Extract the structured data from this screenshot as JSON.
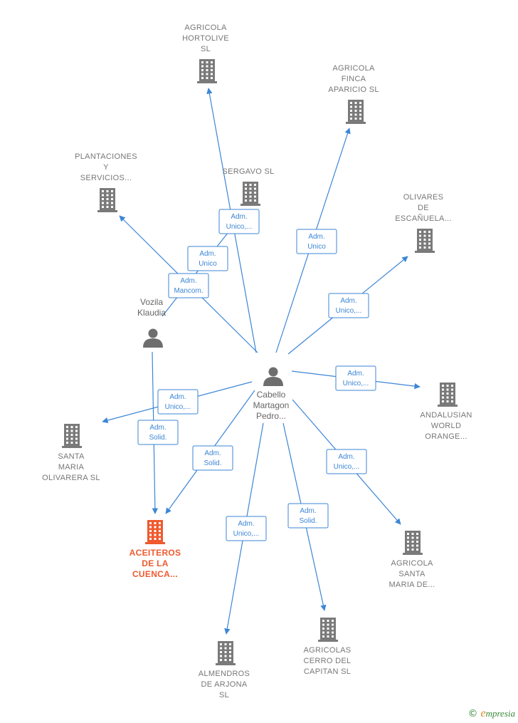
{
  "colors": {
    "edge": "#3c86d6",
    "company": "#7a7a7a",
    "focus_company": "#ef5a2f",
    "person": "#6e6e6e"
  },
  "people": [
    {
      "id": "cabello",
      "lines": [
        "Cabello",
        "Martagon",
        "Pedro..."
      ],
      "icon": "person-icon"
    },
    {
      "id": "vozila",
      "lines": [
        "Vozila",
        "Klaudia"
      ],
      "icon": "person-icon"
    }
  ],
  "companies": [
    {
      "id": "hortolive",
      "lines": [
        "AGRICOLA",
        "HORTOLIVE",
        "SL"
      ],
      "icon": "building-icon"
    },
    {
      "id": "finca",
      "lines": [
        "AGRICOLA",
        "FINCA",
        "APARICIO  SL"
      ],
      "icon": "building-icon"
    },
    {
      "id": "plantaciones",
      "lines": [
        "PLANTACIONES",
        "Y",
        "SERVICIOS..."
      ],
      "icon": "building-icon"
    },
    {
      "id": "sergavo",
      "lines": [
        "SERGAVO  SL"
      ],
      "icon": "building-icon"
    },
    {
      "id": "olivares",
      "lines": [
        "OLIVARES",
        "DE",
        "ESCAÑUELA..."
      ],
      "icon": "building-icon"
    },
    {
      "id": "andalusian",
      "lines": [
        "ANDALUSIAN",
        "WORLD",
        "ORANGE..."
      ],
      "icon": "building-icon"
    },
    {
      "id": "santamaria_olivarera",
      "lines": [
        "SANTA",
        "MARIA",
        "OLIVARERA  SL"
      ],
      "icon": "building-icon"
    },
    {
      "id": "aceiteros",
      "lines": [
        "ACEITEROS",
        "DE LA",
        "CUENCA..."
      ],
      "icon": "building-icon",
      "focus": true
    },
    {
      "id": "agricola_santa",
      "lines": [
        "AGRICOLA",
        "SANTA",
        "MARIA DE..."
      ],
      "icon": "building-icon"
    },
    {
      "id": "almendros",
      "lines": [
        "ALMENDROS",
        "DE ARJONA",
        "SL"
      ],
      "icon": "building-icon"
    },
    {
      "id": "cerro",
      "lines": [
        "AGRICOLAS",
        "CERRO DEL",
        "CAPITAN  SL"
      ],
      "icon": "building-icon"
    }
  ],
  "edges": [
    {
      "from": "cabello",
      "to": "hortolive",
      "lines": [
        "Adm.",
        "Unico,..."
      ]
    },
    {
      "from": "cabello",
      "to": "finca",
      "lines": [
        "Adm.",
        "Unico"
      ]
    },
    {
      "from": "cabello",
      "to": "olivares",
      "lines": [
        "Adm.",
        "Unico,..."
      ]
    },
    {
      "from": "cabello",
      "to": "andalusian",
      "lines": [
        "Adm.",
        "Unico,..."
      ]
    },
    {
      "from": "cabello",
      "to": "santamaria_olivarera",
      "lines": [
        "Adm.",
        "Unico,..."
      ]
    },
    {
      "from": "cabello",
      "to": "aceiteros",
      "lines": [
        "Adm.",
        "Solid."
      ]
    },
    {
      "from": "cabello",
      "to": "almendros",
      "lines": [
        "Adm.",
        "Unico,..."
      ]
    },
    {
      "from": "cabello",
      "to": "cerro",
      "lines": [
        "Adm.",
        "Solid."
      ]
    },
    {
      "from": "cabello",
      "to": "agricola_santa",
      "lines": [
        "Adm.",
        "Unico,..."
      ]
    },
    {
      "from": "cabello",
      "to": "plantaciones",
      "lines": [
        "Adm.",
        "Mancom."
      ]
    },
    {
      "from": "vozila",
      "to": "sergavo",
      "lines": [
        "Adm.",
        "Unico"
      ]
    },
    {
      "from": "vozila",
      "to": "aceiteros",
      "lines": [
        "Adm.",
        "Solid."
      ]
    }
  ],
  "brand": {
    "copyright": "©",
    "e": "e",
    "name": "mpresia"
  }
}
